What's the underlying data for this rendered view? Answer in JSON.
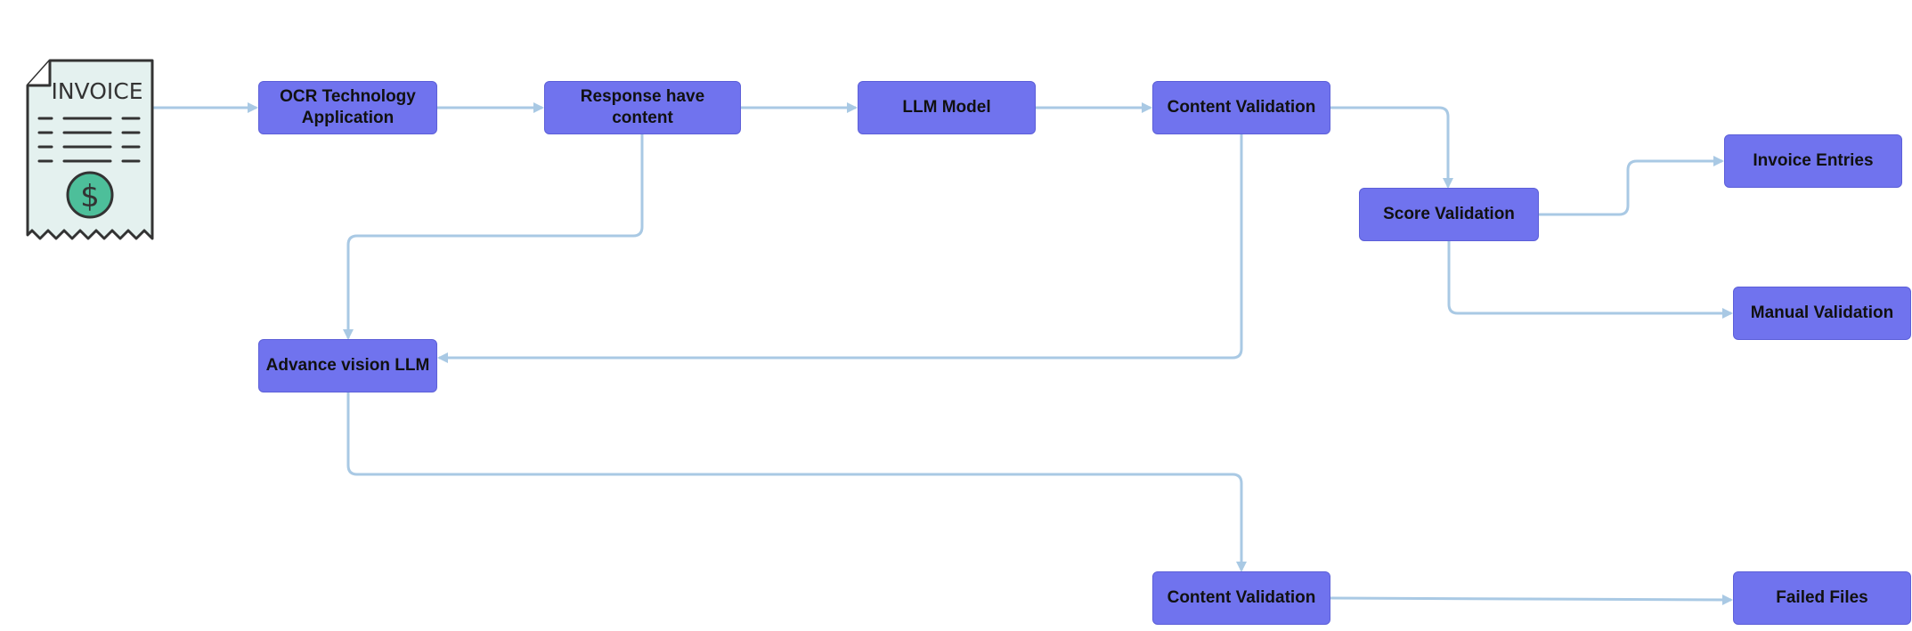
{
  "invoice_icon": {
    "icon": "invoice-document-icon",
    "label": "INVOICE",
    "symbol": "$"
  },
  "nodes": {
    "ocr": "OCR Technology Application",
    "response": "Response have content",
    "llm_model": "LLM Model",
    "content_validation_top": "Content Validation",
    "score_validation": "Score Validation",
    "invoice_entries": "Invoice Entries",
    "manual_validation": "Manual Validation",
    "advance_vision": "Advance vision LLM",
    "content_validation_bottom": "Content Validation",
    "failed_files": "Failed Files"
  },
  "colors": {
    "node_fill": "#7073ee",
    "connector": "#a9c9e4",
    "icon_outline": "#333333",
    "icon_paper": "#e4f1ef",
    "icon_coin": "#4dbf9a"
  }
}
